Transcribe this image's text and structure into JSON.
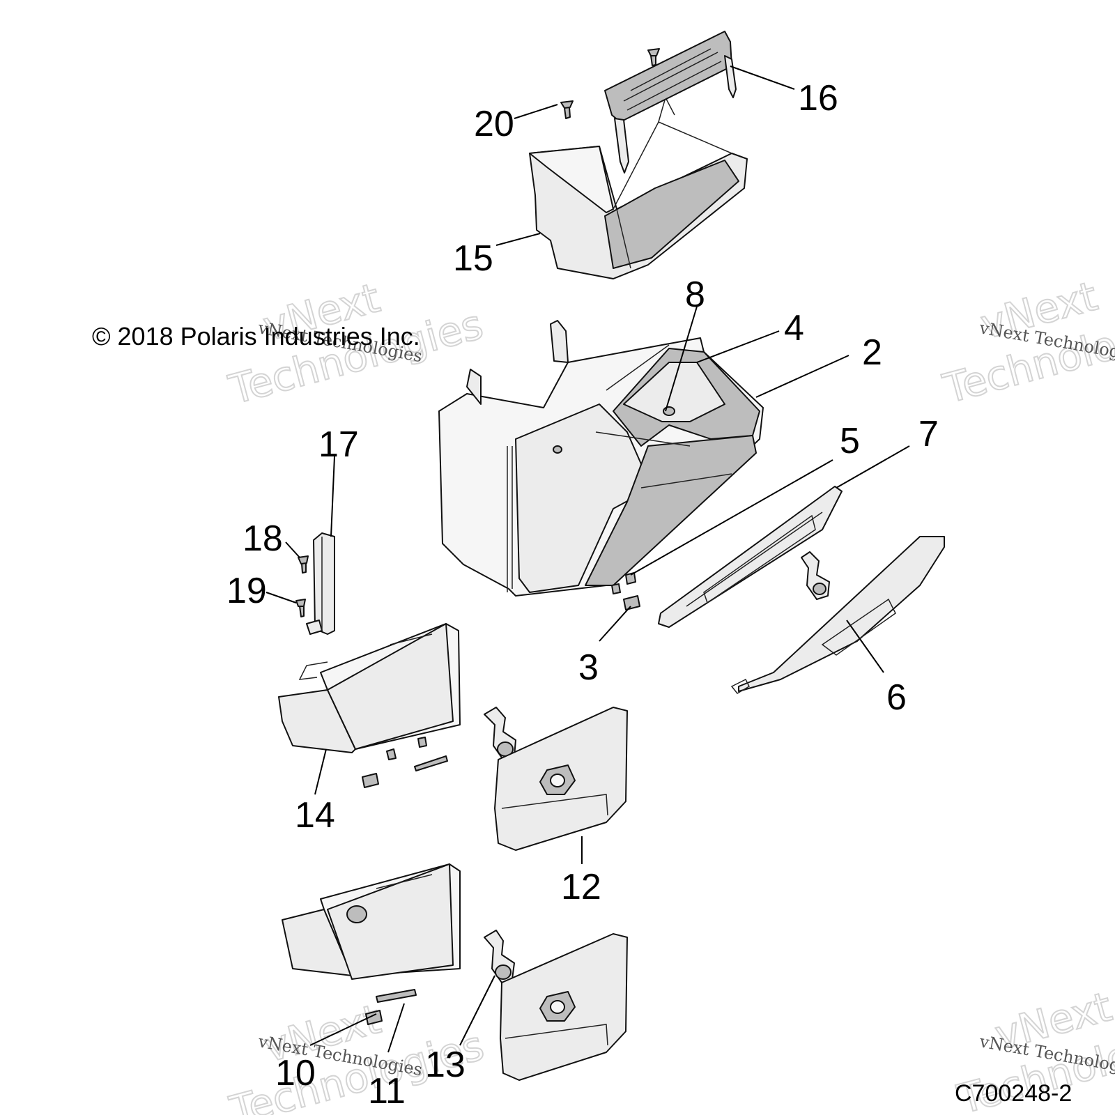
{
  "copyright": "© 2018 Polaris Industries Inc.",
  "figure_id": "C700248-2",
  "watermark": {
    "big_line1": "vNext",
    "big_line2": "Technologies",
    "small": "vNext Technologies"
  },
  "callouts": [
    {
      "id": "2",
      "label": "2"
    },
    {
      "id": "3",
      "label": "3"
    },
    {
      "id": "4",
      "label": "4"
    },
    {
      "id": "5",
      "label": "5"
    },
    {
      "id": "6",
      "label": "6"
    },
    {
      "id": "7",
      "label": "7"
    },
    {
      "id": "8",
      "label": "8"
    },
    {
      "id": "10",
      "label": "10"
    },
    {
      "id": "11",
      "label": "11"
    },
    {
      "id": "12",
      "label": "12"
    },
    {
      "id": "13",
      "label": "13"
    },
    {
      "id": "14",
      "label": "14"
    },
    {
      "id": "15",
      "label": "15"
    },
    {
      "id": "16",
      "label": "16"
    },
    {
      "id": "17",
      "label": "17"
    },
    {
      "id": "18",
      "label": "18"
    },
    {
      "id": "19",
      "label": "19"
    },
    {
      "id": "20",
      "label": "20"
    }
  ]
}
